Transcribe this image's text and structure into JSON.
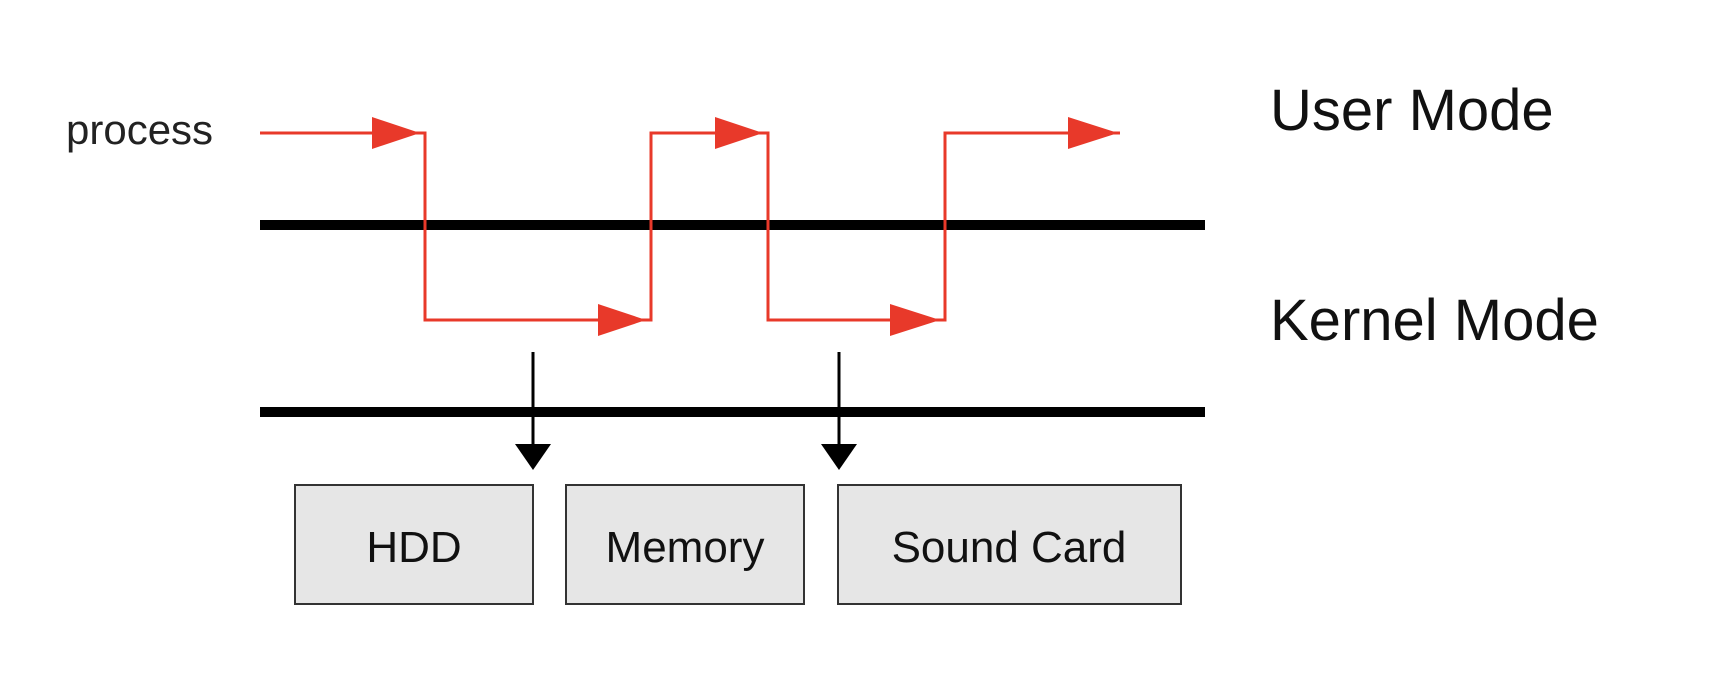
{
  "labels": {
    "process": "process",
    "user_mode": "User Mode",
    "kernel_mode": "Kernel Mode"
  },
  "devices": [
    {
      "label": "HDD"
    },
    {
      "label": "Memory"
    },
    {
      "label": "Sound Card"
    }
  ],
  "colors": {
    "flow": "#e8392a",
    "boundary": "#000000",
    "device_fill": "#e6e6e6",
    "device_stroke": "#333333"
  }
}
